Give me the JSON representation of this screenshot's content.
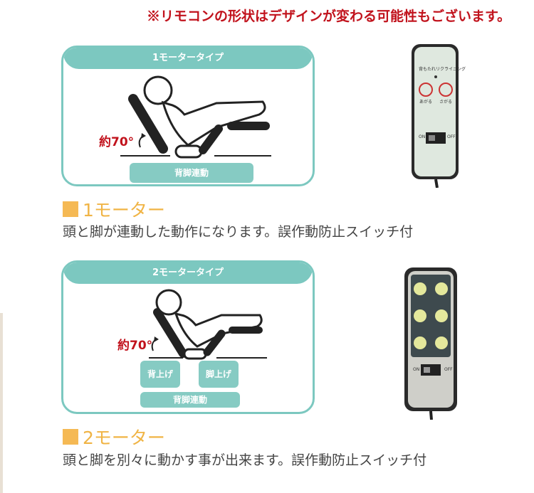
{
  "notice": "※リモコンの形状はデザインが変わる可能性もございます。",
  "section1": {
    "panel_title": "1モータータイプ",
    "angle": "約70°",
    "pills": [
      "背脚連動"
    ],
    "heading": "1モーター",
    "description": "頭と脚が連動した動作になります。誤作動防止スイッチ付",
    "remote": {
      "label": "背もたれリクライニング",
      "buttons": [
        "あがる",
        "さがる"
      ],
      "on": "ON",
      "off": "OFF"
    }
  },
  "section2": {
    "panel_title": "2モータータイプ",
    "angle": "約70°",
    "pills": [
      "背上げ",
      "脚上げ",
      "背脚連動"
    ],
    "heading": "2モーター",
    "description": "頭と脚を別々に動かす事が出来ます。誤作動防止スイッチ付",
    "remote": {
      "on": "ON",
      "off": "OFF"
    }
  },
  "colors": {
    "accent_teal": "#7cc8c0",
    "notice_red": "#c1121c",
    "heading_orange": "#f0b445"
  }
}
